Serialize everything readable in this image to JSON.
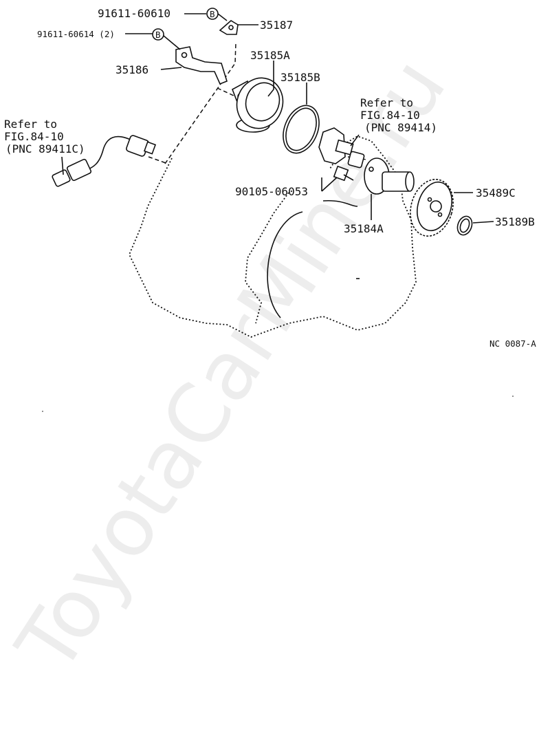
{
  "watermark": "ToyotaCarMine.ru",
  "figure_code": "NC 0087-A",
  "marker_letter": "B",
  "callouts": {
    "bolt_60610": "91611-60610",
    "bolt_60614": "91611-60614 (2)",
    "p35187": "35187",
    "p35185A": "35185A",
    "p35186": "35186",
    "p35185B": "35185B",
    "p90105": "90105-06053",
    "p35489C": "35489C",
    "p35184A": "35184A",
    "p35189B": "35189B"
  },
  "refs": {
    "left": {
      "line1": "Refer to",
      "line2": "FIG.84-10",
      "line3": "(PNC 89411C)"
    },
    "right": {
      "line1": "Refer to",
      "line2": "FIG.84-10",
      "line3": "(PNC 89414)"
    }
  }
}
